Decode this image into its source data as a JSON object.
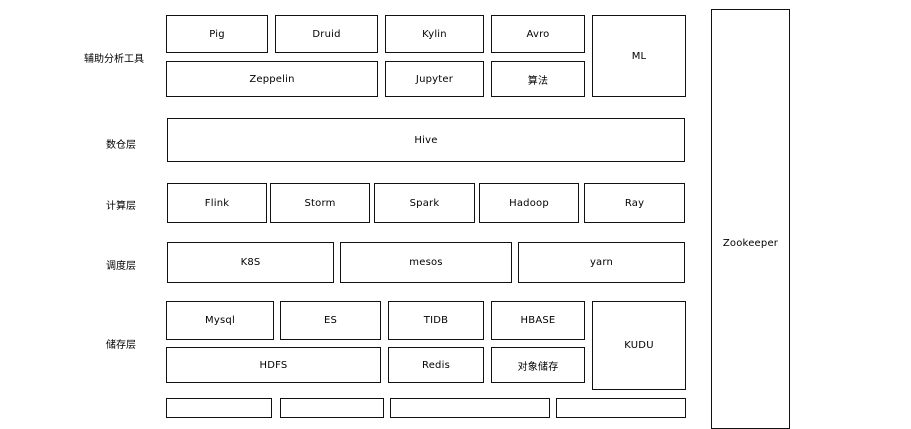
{
  "layers": {
    "tools": {
      "label": "辅助分析工具",
      "pig": "Pig",
      "druid": "Druid",
      "kylin": "Kylin",
      "avro": "Avro",
      "ml": "ML",
      "zeppelin": "Zeppelin",
      "jupyter": "Jupyter",
      "algorithm": "算法"
    },
    "warehouse": {
      "label": "数仓层",
      "hive": "Hive"
    },
    "compute": {
      "label": "计算层",
      "flink": "Flink",
      "storm": "Storm",
      "spark": "Spark",
      "hadoop": "Hadoop",
      "ray": "Ray"
    },
    "schedule": {
      "label": "调度层",
      "k8s": "K8S",
      "mesos": "mesos",
      "yarn": "yarn"
    },
    "storage": {
      "label": "储存层",
      "mysql": "Mysql",
      "es": "ES",
      "tidb": "TIDB",
      "hbase": "HBASE",
      "kudu": "KUDU",
      "hdfs": "HDFS",
      "redis": "Redis",
      "object_storage": "对象储存"
    }
  },
  "zookeeper": "Zookeeper"
}
